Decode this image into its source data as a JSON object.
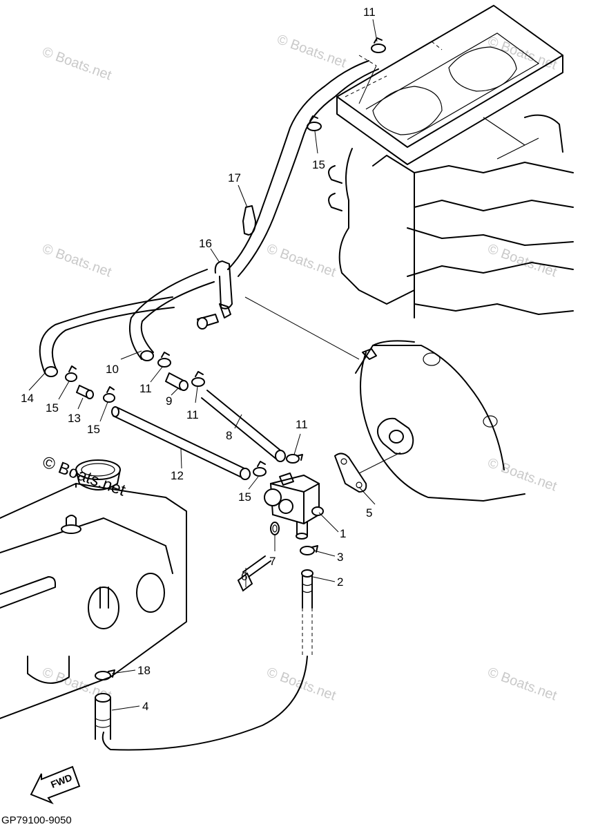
{
  "watermark": {
    "text": "© Boats.net",
    "prominent": "© Boats.net"
  },
  "callouts": [
    "1",
    "2",
    "3",
    "4",
    "5",
    "6",
    "7",
    "8",
    "9",
    "10",
    "11",
    "11",
    "11",
    "11",
    "12",
    "13",
    "14",
    "15",
    "15",
    "15",
    "15",
    "16",
    "17",
    "18"
  ],
  "direction_label": "FWD",
  "diagram_code": "GP79100-9050"
}
